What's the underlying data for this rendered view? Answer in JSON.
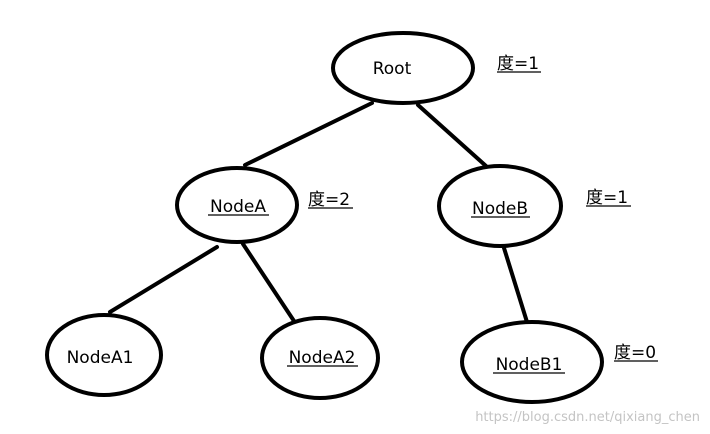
{
  "nodes": [
    {
      "id": "root",
      "label": "Root",
      "underlined": false
    },
    {
      "id": "node-a",
      "label": "NodeA",
      "underlined": true
    },
    {
      "id": "node-b",
      "label": "NodeB",
      "underlined": true
    },
    {
      "id": "node-a1",
      "label": "NodeA1",
      "underlined": false
    },
    {
      "id": "node-a2",
      "label": "NodeA2",
      "underlined": true
    },
    {
      "id": "node-b1",
      "label": "NodeB1",
      "underlined": true
    }
  ],
  "edges": [
    {
      "from": "root",
      "to": "node-a"
    },
    {
      "from": "root",
      "to": "node-b"
    },
    {
      "from": "node-a",
      "to": "node-a1"
    },
    {
      "from": "node-a",
      "to": "node-a2"
    },
    {
      "from": "node-b",
      "to": "node-b1"
    }
  ],
  "degrees": [
    {
      "node": "root",
      "label": "度=1"
    },
    {
      "node": "node-a",
      "label": "度=2"
    },
    {
      "node": "node-b",
      "label": "度=1"
    },
    {
      "node": "node-b1",
      "label": "度=0"
    }
  ],
  "watermark": "https://blog.csdn.net/qixiang_chen"
}
